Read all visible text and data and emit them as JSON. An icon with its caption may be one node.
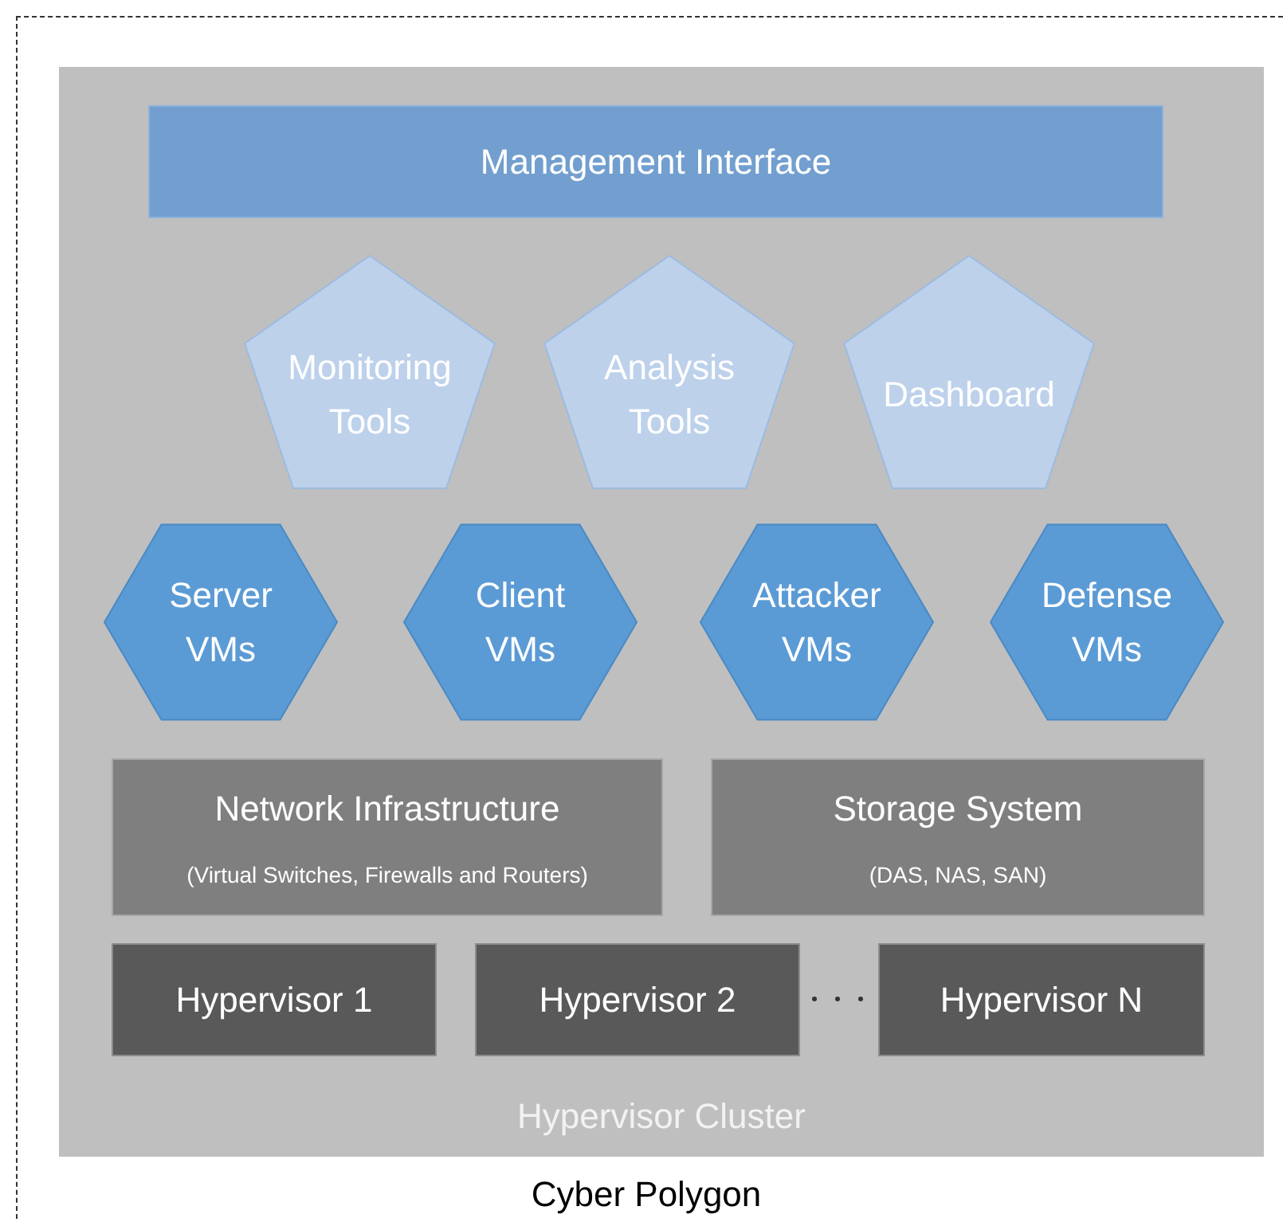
{
  "diagram": {
    "nodes": [
      {
        "text": [
          "Cyber Polygon"
        ]
      },
      {
        "text": [
          "Hypervisor Cluster"
        ],
        "in": 0
      },
      {
        "text": [
          "Management Interface"
        ],
        "in": 1
      },
      {
        "text": [
          "Monitoring Tools"
        ],
        "in": 1
      },
      {
        "text": [
          "Analysis Tools"
        ],
        "in": 1
      },
      {
        "text": [
          "Dashboard"
        ],
        "in": 1
      },
      {
        "text": [
          "Server VMs"
        ],
        "in": 1
      },
      {
        "text": [
          "Client VMs"
        ],
        "in": 1
      },
      {
        "text": [
          "Attacker VMs"
        ],
        "in": 1
      },
      {
        "text": [
          "Defense VMs"
        ],
        "in": 1
      },
      {
        "text": [
          "Network Infrastructure",
          "(Virtual Switches, Firewalls and Routers)"
        ],
        "in": 1
      },
      {
        "text": [
          "Storage System",
          "(DAS, NAS, SAN)"
        ],
        "in": 1
      },
      {
        "text": [
          "Hypervisor 1"
        ],
        "in": 1
      },
      {
        "text": [
          "Hypervisor 2"
        ],
        "in": 1
      },
      {
        "text": [
          "Hypervisor  N"
        ],
        "in": 1
      }
    ]
  }
}
